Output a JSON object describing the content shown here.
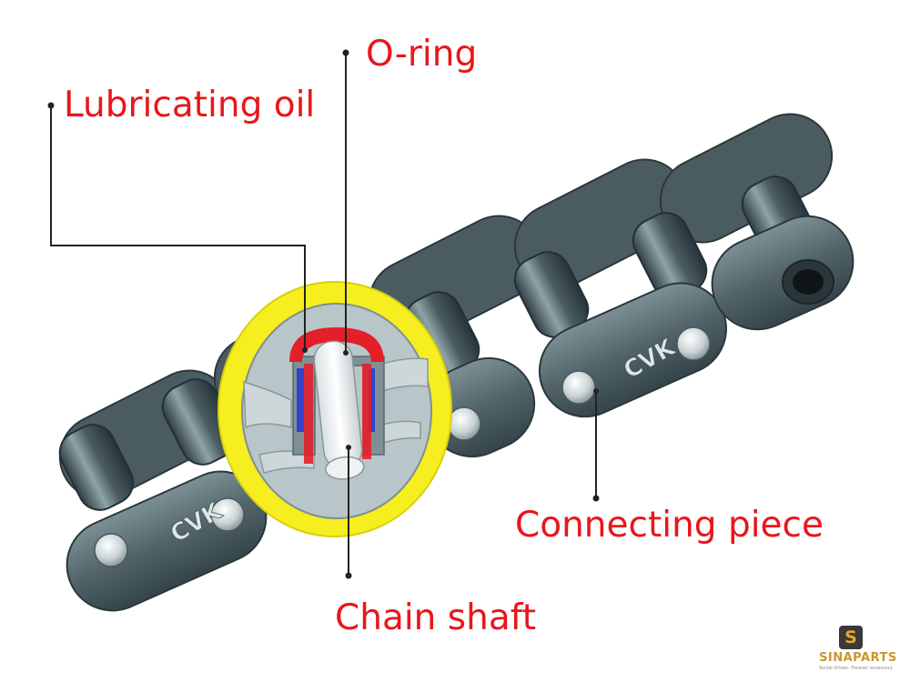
{
  "callouts": {
    "lubricating_oil": "Lubricating oil",
    "o_ring": "O-ring",
    "connecting_piece": "Connecting piece",
    "chain_shaft": "Chain shaft"
  },
  "plate_marking": "CVK",
  "watermark": {
    "name": "SINAPARTS",
    "tagline": "Social driven. Forever accessory",
    "mark": "S"
  },
  "colors": {
    "label": "#e8161b",
    "leader": "#222222",
    "highlight": "#f6ee1e",
    "oil": "#e3202a",
    "o_ring": "#3441c9",
    "cutaway": "#b9c6c9",
    "chain": "#5e7378"
  }
}
